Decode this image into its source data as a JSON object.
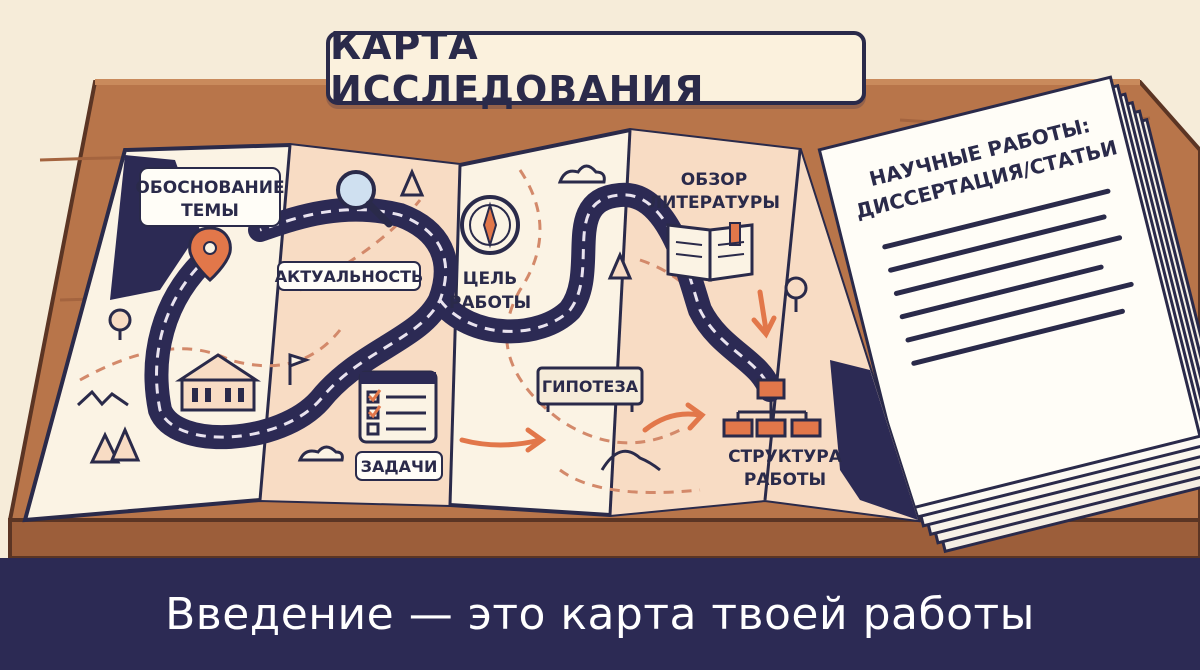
{
  "title": "КАРТА ИССЛЕДОВАНИЯ",
  "caption": "Введение — это карта твоей работы",
  "map_labels": {
    "topic_rationale": [
      "ОБОСНОВАНИЕ",
      "ТЕМЫ"
    ],
    "relevance": "АКТУАЛЬНОСТЬ",
    "goal": [
      "ЦЕЛЬ",
      "РАБОТЫ"
    ],
    "literature_review": [
      "ОБЗОР",
      "ЛИТЕРАТУРЫ"
    ],
    "hypothesis": "ГИПОТЕЗА",
    "tasks": "ЗАДАЧИ",
    "structure": [
      "СТРУКТУРА",
      "РАБОТЫ"
    ]
  },
  "papers": {
    "heading": [
      "НАУЧНЫЕ РАБОТЫ:",
      "ДИССЕРТАЦИЯ/СТАТЬИ"
    ]
  },
  "colors": {
    "navy": "#2c2a54",
    "table_wood": "#b8754a",
    "map_paper": "#fbf3e4",
    "map_peach": "#f8dcc4",
    "route_line": "#e9e3ef",
    "accent_orange": "#e2774a"
  },
  "icons": [
    "map-pin-icon",
    "magnifier-icon",
    "compass-icon",
    "open-book-icon",
    "university-building-icon",
    "checklist-icon",
    "flowchart-icon",
    "tree-icon",
    "cloud-icon",
    "flag-icon",
    "mountain-icon",
    "arrow-icon"
  ]
}
